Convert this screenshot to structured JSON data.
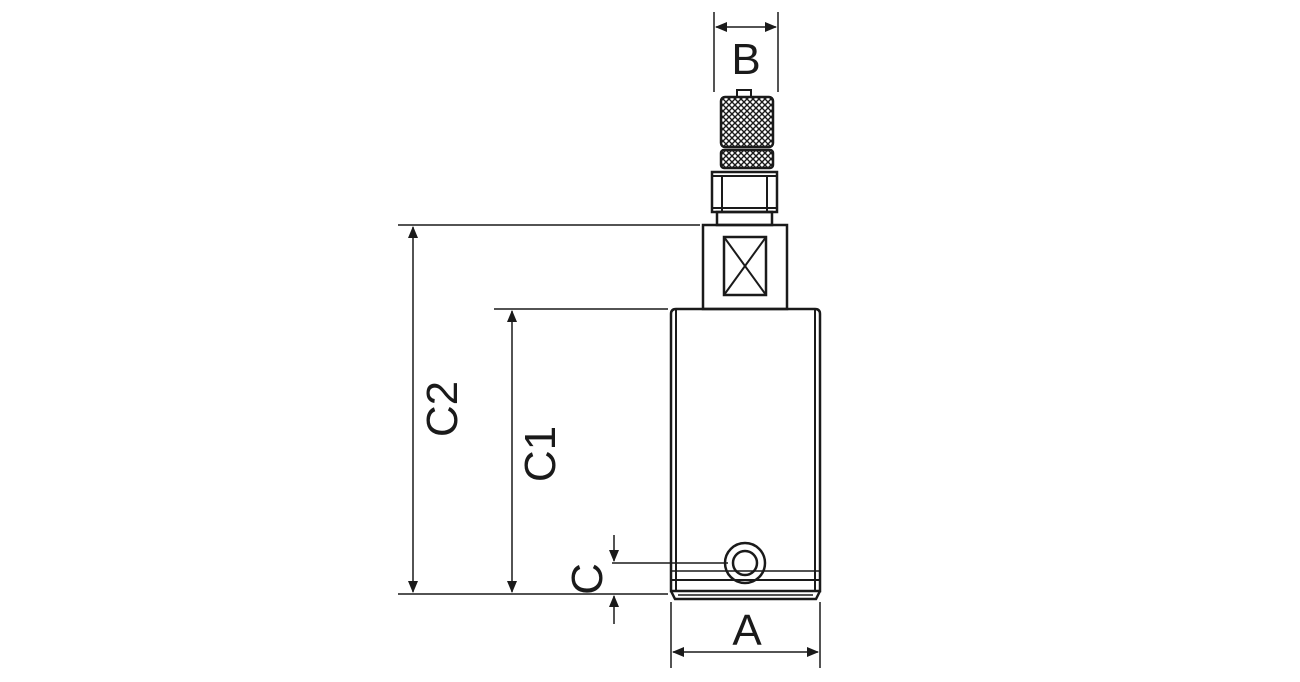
{
  "dimensions": {
    "a": "A",
    "b": "B",
    "c": "C",
    "c1": "C1",
    "c2": "C2"
  },
  "colors": {
    "line": "#1a1a1a",
    "background": "#ffffff"
  }
}
